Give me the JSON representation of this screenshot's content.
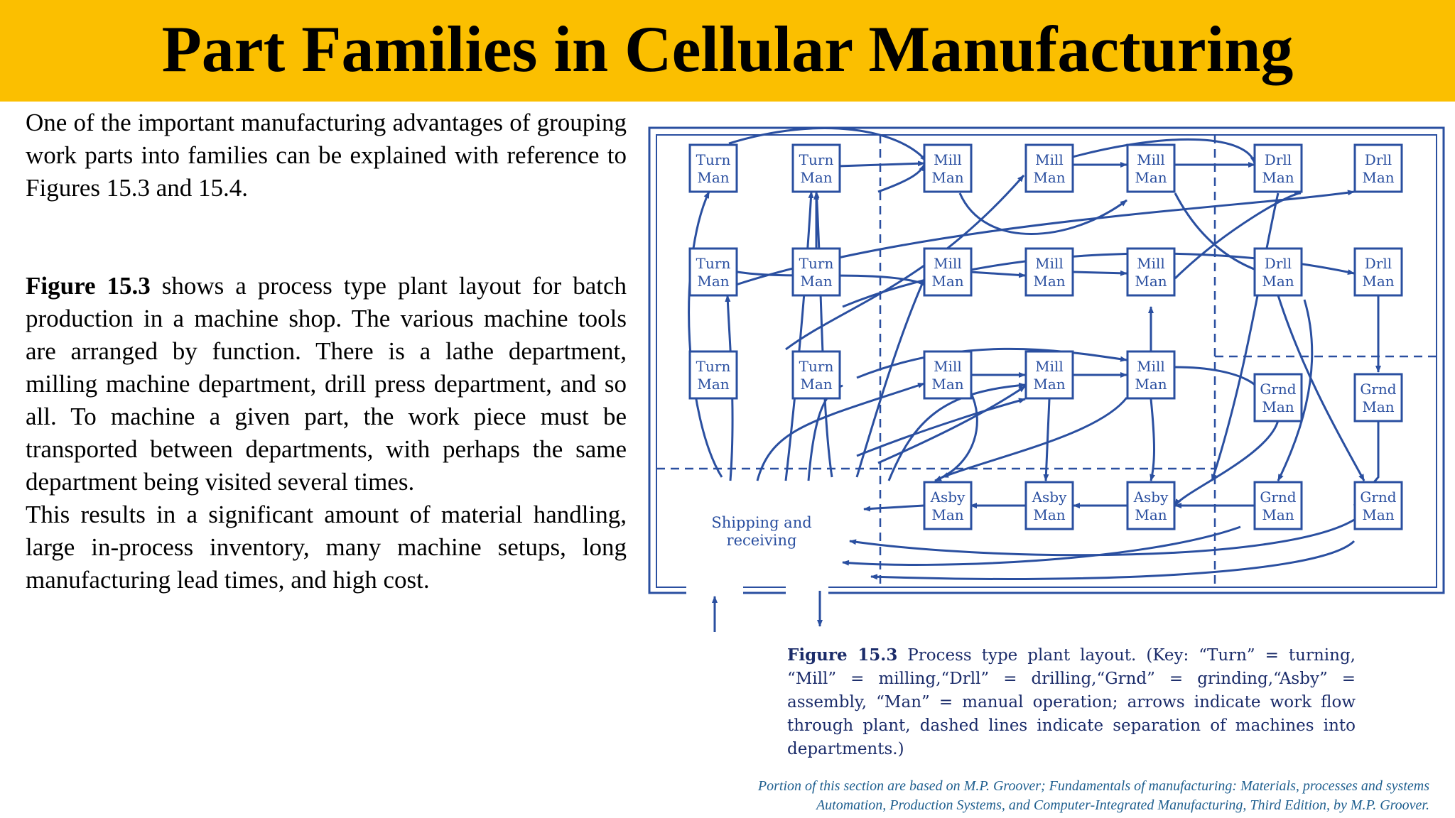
{
  "header": {
    "title": "Part Families in Cellular Manufacturing",
    "bg_color": "#fbbf00"
  },
  "body": {
    "para1": "One of the important manufacturing advantages of grouping work parts into families can be explained with reference to Figures 15.3 and 15.4.",
    "para2_bold": "Figure 15.3",
    "para2": " shows a process type plant layout for batch production in a machine shop. The various machine tools are arranged by function. There is a lathe department, milling machine department, drill press department, and so all. To machine a given part, the work piece must be transported between departments, with perhaps the same department being visited several times.",
    "para3": "This results in a significant amount of material handling, large in-process inventory, many machine setups, long manufacturing lead times, and high cost."
  },
  "diagram": {
    "line_color": "#2a4fa0",
    "machines": [
      {
        "id": "t1",
        "l1": "Turn",
        "l2": "Man"
      },
      {
        "id": "t2",
        "l1": "Turn",
        "l2": "Man"
      },
      {
        "id": "t3",
        "l1": "Turn",
        "l2": "Man"
      },
      {
        "id": "t4",
        "l1": "Turn",
        "l2": "Man"
      },
      {
        "id": "t5",
        "l1": "Turn",
        "l2": "Man"
      },
      {
        "id": "t6",
        "l1": "Turn",
        "l2": "Man"
      },
      {
        "id": "m1",
        "l1": "Mill",
        "l2": "Man"
      },
      {
        "id": "m2",
        "l1": "Mill",
        "l2": "Man"
      },
      {
        "id": "m3",
        "l1": "Mill",
        "l2": "Man"
      },
      {
        "id": "m4",
        "l1": "Mill",
        "l2": "Man"
      },
      {
        "id": "m5",
        "l1": "Mill",
        "l2": "Man"
      },
      {
        "id": "m6",
        "l1": "Mill",
        "l2": "Man"
      },
      {
        "id": "m7",
        "l1": "Mill",
        "l2": "Man"
      },
      {
        "id": "m8",
        "l1": "Mill",
        "l2": "Man"
      },
      {
        "id": "m9",
        "l1": "Mill",
        "l2": "Man"
      },
      {
        "id": "d1",
        "l1": "Drll",
        "l2": "Man"
      },
      {
        "id": "d2",
        "l1": "Drll",
        "l2": "Man"
      },
      {
        "id": "d3",
        "l1": "Drll",
        "l2": "Man"
      },
      {
        "id": "d4",
        "l1": "Drll",
        "l2": "Man"
      },
      {
        "id": "g1",
        "l1": "Grnd",
        "l2": "Man"
      },
      {
        "id": "g2",
        "l1": "Grnd",
        "l2": "Man"
      },
      {
        "id": "g3",
        "l1": "Grnd",
        "l2": "Man"
      },
      {
        "id": "g4",
        "l1": "Grnd",
        "l2": "Man"
      },
      {
        "id": "a1",
        "l1": "Asby",
        "l2": "Man"
      },
      {
        "id": "a2",
        "l1": "Asby",
        "l2": "Man"
      },
      {
        "id": "a3",
        "l1": "Asby",
        "l2": "Man"
      }
    ],
    "shipping_line1": "Shipping and",
    "shipping_line2": "receiving"
  },
  "caption": {
    "bold": "Figure 15.3",
    "text": " Process type plant layout. (Key: “Turn” = turning, “Mill” = milling,“Drll” = drilling,“Grnd” = grinding,“Asby” = assembly, “Man” = manual operation; arrows indicate work flow through plant, dashed lines indicate separation of machines into departments.)"
  },
  "source": {
    "line1": "Portion of this section are based on M.P. Groover; Fundamentals of manufacturing: Materials, processes and systems",
    "line2": "Automation, Production Systems, and Computer-Integrated Manufacturing, Third Edition, by M.P. Groover."
  }
}
